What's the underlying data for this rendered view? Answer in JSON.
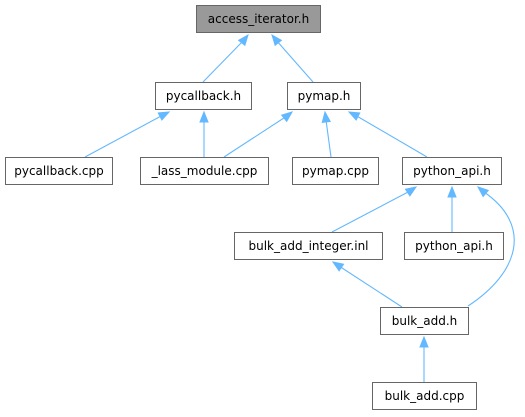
{
  "colors": {
    "edge": "#63b8ff",
    "root_fill": "#999999",
    "node_fill": "#ffffff",
    "border": "#666666"
  },
  "nodes": [
    {
      "id": "access_iterator",
      "label": "access_iterator.h",
      "root": true
    },
    {
      "id": "pycallback_h",
      "label": "pycallback.h"
    },
    {
      "id": "pymap_h",
      "label": "pymap.h"
    },
    {
      "id": "pycallback_cpp",
      "label": "pycallback.cpp"
    },
    {
      "id": "lass_module_cpp",
      "label": "_lass_module.cpp"
    },
    {
      "id": "pymap_cpp",
      "label": "pymap.cpp"
    },
    {
      "id": "python_api_h",
      "label": "python_api.h"
    },
    {
      "id": "bulk_add_integer_inl",
      "label": "bulk_add_integer.inl"
    },
    {
      "id": "python_api_h_2",
      "label": "python_api.h"
    },
    {
      "id": "bulk_add_h",
      "label": "bulk_add.h"
    },
    {
      "id": "bulk_add_cpp",
      "label": "bulk_add.cpp"
    }
  ],
  "edges": [
    {
      "from": "pycallback_h",
      "to": "access_iterator"
    },
    {
      "from": "pymap_h",
      "to": "access_iterator"
    },
    {
      "from": "pycallback_cpp",
      "to": "pycallback_h"
    },
    {
      "from": "lass_module_cpp",
      "to": "pycallback_h"
    },
    {
      "from": "lass_module_cpp",
      "to": "pymap_h"
    },
    {
      "from": "pymap_cpp",
      "to": "pymap_h"
    },
    {
      "from": "python_api_h",
      "to": "pymap_h"
    },
    {
      "from": "bulk_add_integer_inl",
      "to": "python_api_h"
    },
    {
      "from": "python_api_h_2",
      "to": "python_api_h"
    },
    {
      "from": "bulk_add_h",
      "to": "python_api_h"
    },
    {
      "from": "bulk_add_h",
      "to": "bulk_add_integer_inl"
    },
    {
      "from": "bulk_add_cpp",
      "to": "bulk_add_h"
    }
  ]
}
